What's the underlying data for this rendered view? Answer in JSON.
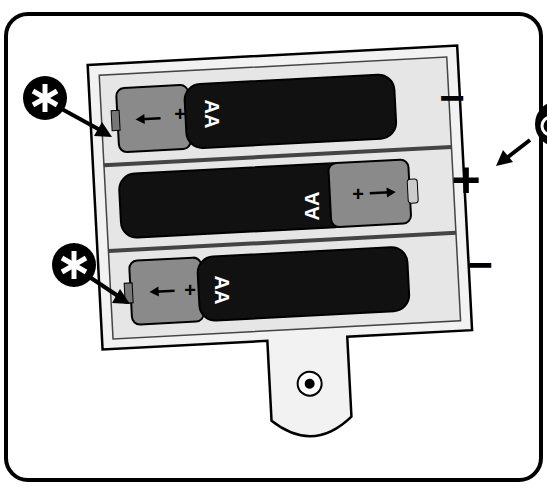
{
  "diagram": {
    "labels": [
      "AA",
      "+",
      "AA",
      "+",
      "AA",
      "+",
      "−",
      "+",
      "−"
    ]
  }
}
